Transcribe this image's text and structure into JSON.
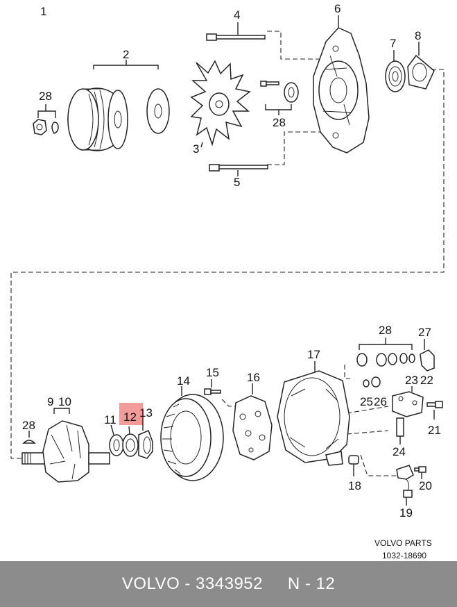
{
  "callouts": {
    "c1": "1",
    "c2": "2",
    "c3": "3",
    "c4": "4",
    "c5": "5",
    "c6": "6",
    "c7": "7",
    "c8": "8",
    "c9": "9",
    "c10": "10",
    "c11": "11",
    "c12": "12",
    "c13": "13",
    "c14": "14",
    "c15": "15",
    "c16": "16",
    "c17": "17",
    "c18": "18",
    "c19": "19",
    "c20": "20",
    "c21": "21",
    "c22": "22",
    "c23": "23",
    "c24": "24",
    "c25": "25",
    "c26": "26",
    "c27": "27",
    "c28a": "28",
    "c28b": "28",
    "c28c": "28",
    "c28d": "28"
  },
  "highlighted_part": "12",
  "highlight_color": "#f08a8a",
  "reference": {
    "line1": "VOLVO PARTS",
    "line2": "1032-18690"
  },
  "footer": {
    "text": "VOLVO - 3343952     N - 12",
    "background": "#8c8c8c"
  }
}
